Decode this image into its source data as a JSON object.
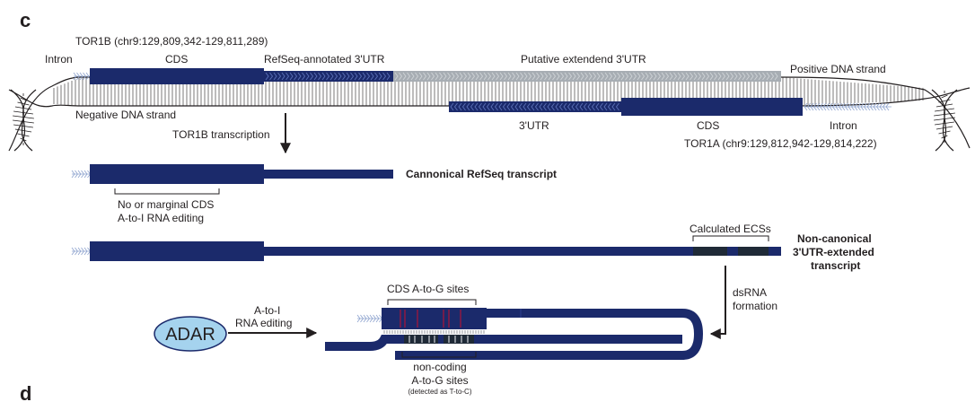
{
  "panels": {
    "c": "c",
    "d": "d"
  },
  "genes": {
    "tor1b_title": "TOR1B (chr9:129,809,342-129,811,289)",
    "tor1a_title": "TOR1A (chr9:129,812,942-129,814,222)"
  },
  "top_strand": {
    "intron": "Intron",
    "cds": "CDS",
    "refseq_utr": "RefSeq-annotated 3'UTR",
    "putative_utr": "Putative extendend 3'UTR",
    "positive_strand": "Positive DNA strand"
  },
  "bottom_strand": {
    "negative_strand": "Negative DNA strand",
    "utr": "3'UTR",
    "cds": "CDS",
    "intron": "Intron"
  },
  "transcription": {
    "label": "TOR1B transcription"
  },
  "canonical": {
    "title": "Cannonical RefSeq transcript",
    "note_line1": "No or marginal CDS",
    "note_line2": "A-to-I RNA editing"
  },
  "noncanonical": {
    "ecs_label": "Calculated ECSs",
    "title_line1": "Non-canonical",
    "title_line2": "3'UTR-extended",
    "title_line3": "transcript"
  },
  "dsrna": {
    "line1": "dsRNA",
    "line2": "formation"
  },
  "adar": {
    "name": "ADAR",
    "edit_line1": "A-to-I",
    "edit_line2": "RNA editing"
  },
  "hairpin": {
    "cds_sites": "CDS A-to-G sites",
    "nc_line1": "non-coding",
    "nc_line2": "A-to-G sites",
    "nc_line3": "(detected as T-to-C)"
  },
  "colors": {
    "navy": "#1b2a6b",
    "gray_utr": "#a7adb3",
    "dna_line": "#231f20",
    "adar_fill": "#a5d3ee",
    "edit_red": "#c8102e",
    "ecs_dark": "#1f2a37"
  }
}
